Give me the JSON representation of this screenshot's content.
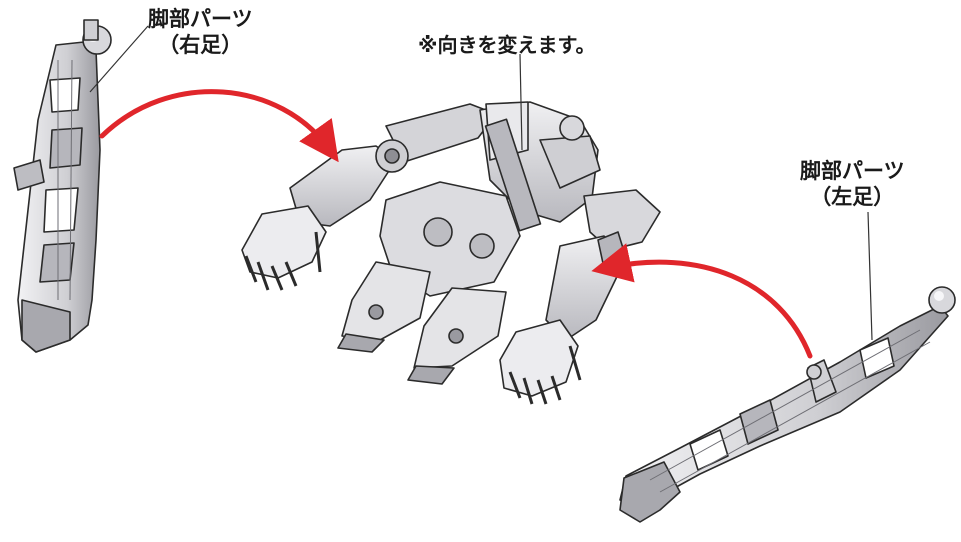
{
  "labels": {
    "right_leg_part": {
      "line1": "脚部パーツ",
      "line2": "（右足）"
    },
    "left_leg_part": {
      "line1": "脚部パーツ",
      "line2": "（左足）"
    },
    "orientation_note": "※向きを変えます。"
  },
  "colors": {
    "arrow": "#e0262b",
    "part_light": "#e6e6e8",
    "part_mid": "#c4c4c8",
    "part_dark": "#8e8e94",
    "outline": "#2b2b2b",
    "leader": "#333333"
  },
  "icons": [
    "red-curved-arrow-icon",
    "robot-figure-icon",
    "leg-part-icon"
  ]
}
